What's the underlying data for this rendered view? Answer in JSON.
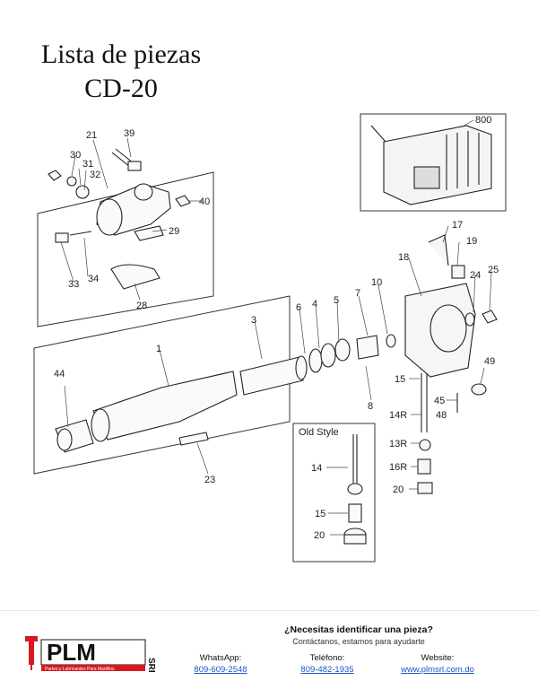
{
  "header": {
    "title_line1": "Lista de piezas",
    "title_line2": "CD-20"
  },
  "diagram": {
    "callouts": [
      "21",
      "39",
      "30",
      "31",
      "32",
      "40",
      "29",
      "33",
      "34",
      "28",
      "800",
      "17",
      "19",
      "18",
      "24",
      "25",
      "3",
      "6",
      "4",
      "5",
      "7",
      "10",
      "1",
      "44",
      "8",
      "15",
      "49",
      "45",
      "48",
      "14R",
      "13R",
      "16R",
      "20",
      "23",
      "14",
      "15",
      "20"
    ],
    "inset_label": "Old Style"
  },
  "footer": {
    "logo_text": "PLM",
    "logo_side_text": "SRL",
    "logo_tagline": "Partes y Lubricantes Para Martillos",
    "help_title": "¿Necesitas identificar una pieza?",
    "help_subtitle": "Contáctanos, estamos para ayudarte",
    "whatsapp_label": "WhatsApp:",
    "whatsapp_value": "809-609-2548",
    "phone_label": "Teléfono:",
    "phone_value": "809-482-1935",
    "website_label": "Website:",
    "website_value": "www.plmsrl.com.do"
  },
  "colors": {
    "brand_red": "#d7191f",
    "link_blue": "#1a55c9"
  }
}
